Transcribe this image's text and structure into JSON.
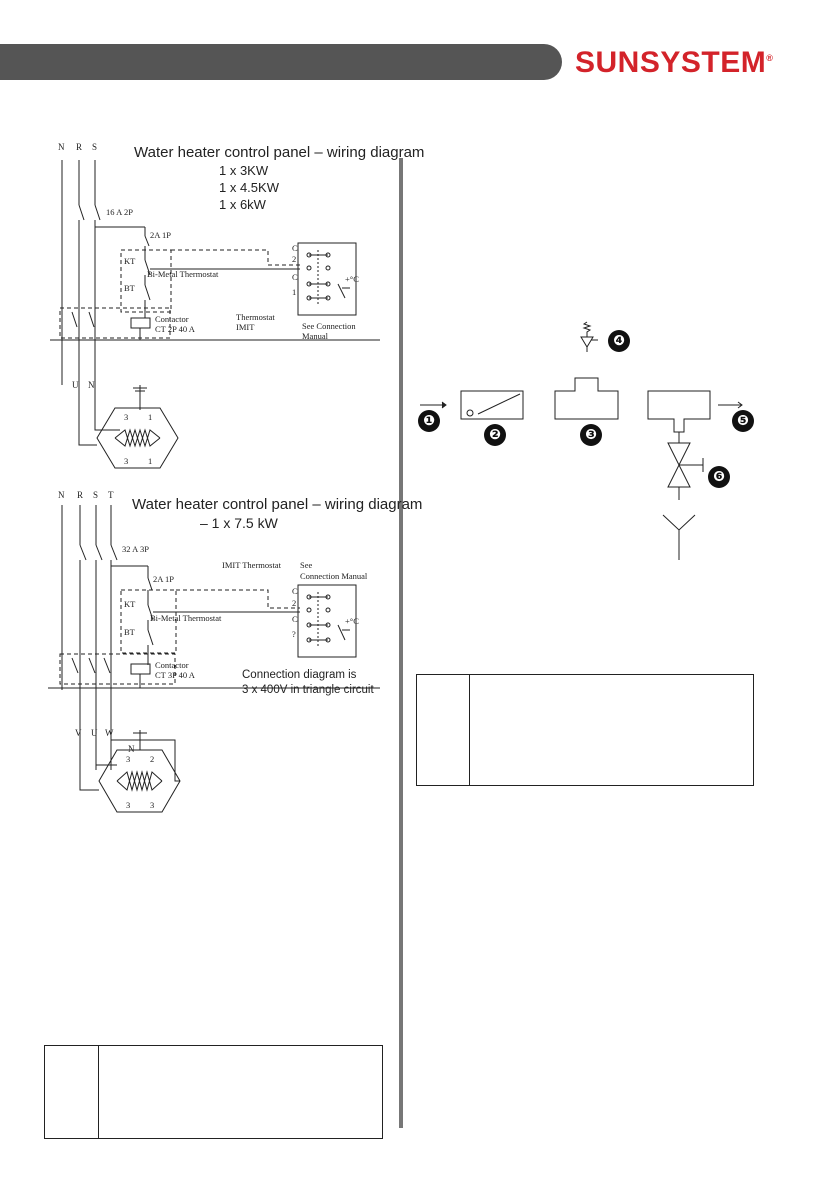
{
  "header": {
    "brand": "SUNSYSTEM",
    "registered": "®"
  },
  "diagram1": {
    "title": "Water heater control panel – wiring diagram",
    "ratings": [
      "1 x 3KW",
      "1 x 4.5KW",
      "1 x 6kW"
    ],
    "terminals": [
      "N",
      "R",
      "S"
    ],
    "breaker": "16 A 2P",
    "fuse": "2A 1P",
    "kt": "KT",
    "bt": "BT",
    "bimetal": "Bi-Metal Thermostat",
    "contactor_line1": "Contactor",
    "contactor_line2": "CT 2P 40 A",
    "thermostat_line1": "Thermostat",
    "thermostat_line2": "IMIT",
    "see_line1": "See Connection",
    "see_line2": "Manual",
    "temp": "+°C",
    "outputs": [
      "U",
      "N"
    ],
    "pins": [
      "C",
      "2",
      "C",
      "1"
    ],
    "element_pins": [
      "3",
      "1",
      "3",
      "1"
    ]
  },
  "diagram2": {
    "title": "Water heater control panel – wiring diagram",
    "rating": "– 1 x 7.5 kW",
    "terminals": [
      "N",
      "R",
      "S",
      "T"
    ],
    "breaker": "32 A 3P",
    "fuse": "2A 1P",
    "imit": "IMIT Thermostat",
    "see_line1": "See",
    "see_line2": "Connection Manual",
    "kt": "KT",
    "bt": "BT",
    "bimetal": "Bi-Metal Thermostat",
    "contactor_line1": "Contactor",
    "contactor_line2": "CT 3P 40 A",
    "temp": "+°C",
    "note_line1": "Connection diagram is",
    "note_line2": "3 x 400V in triangle circuit",
    "outputs": [
      "V",
      "U",
      "W"
    ],
    "neutral": "N",
    "pins": [
      "C",
      "2",
      "C",
      "?"
    ],
    "element_pins": [
      "3",
      "2",
      "3",
      "3"
    ]
  },
  "piping": {
    "badges": [
      "❶",
      "❷",
      "❸",
      "❹",
      "❺",
      "❻"
    ]
  }
}
